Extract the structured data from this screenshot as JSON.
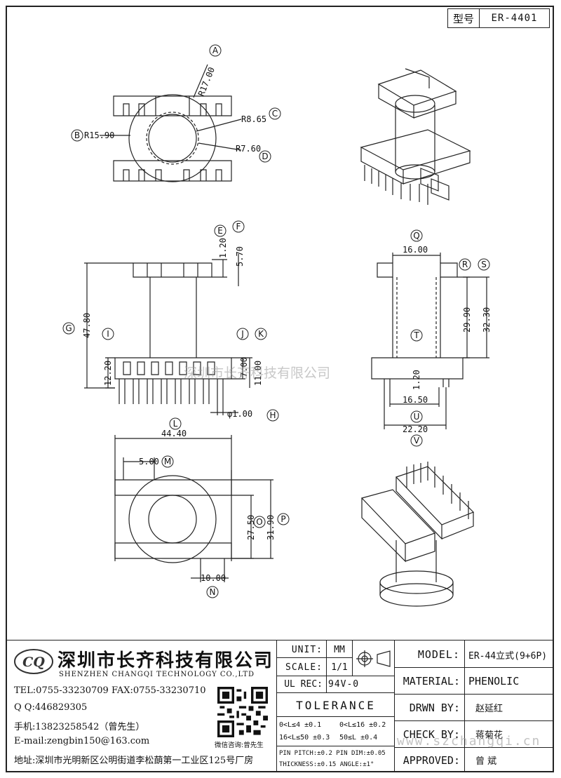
{
  "header": {
    "type_label": "型号",
    "type_value": "ER-4401"
  },
  "callouts": [
    "A",
    "B",
    "C",
    "D",
    "E",
    "F",
    "G",
    "H",
    "I",
    "J",
    "K",
    "L",
    "M",
    "N",
    "O",
    "P",
    "Q",
    "R",
    "S",
    "T",
    "U",
    "V"
  ],
  "dimensions": {
    "top_view": {
      "r_outer": "R17.00",
      "r_flange": "R15.90",
      "r_c": "R8.65",
      "r_d": "R7.60"
    },
    "front_view": {
      "pin_len": "1.20",
      "f": "5.70",
      "height": "47.80",
      "base": "12.20",
      "j": "7.00",
      "k": "11.00",
      "pin_dia": "φ1.00"
    },
    "side_view": {
      "q": "16.00",
      "inner_h": "29.90",
      "total_h": "32.30",
      "t": "1.20",
      "u": "16.50",
      "v": "22.20"
    },
    "bottom_view": {
      "length": "44.40",
      "pitch": "5.00",
      "o": "27.50",
      "p": "31.90",
      "n": "10.00"
    }
  },
  "watermark": {
    "cn": "深圳市长齐科技有限公司",
    "url": "www.szchangqi.cn"
  },
  "company": {
    "name_cn": "深圳市长齐科技有限公司",
    "name_en": "SHENZHEN CHANGQI TECHNOLOGY CO.,LTD",
    "logo_text": "CQ",
    "tel": "TEL:0755-33230709 FAX:0755-33230710",
    "qq": "Q Q:446829305",
    "phone": "手机:13823258542（曾先生）",
    "email": "E-mail:zengbin150@163.com",
    "address": "地址:深圳市光明新区公明街道李松蓢第一工业区125号厂房",
    "qr_caption": "微信咨询:曾先生"
  },
  "title_block": {
    "unit_label": "UNIT:",
    "unit_value": "MM",
    "scale_label": "SCALE:",
    "scale_value": "1/1",
    "ulrec_label": "UL REC:",
    "ulrec_value": "94V-0",
    "tolerance_title": "TOLERANCE",
    "tol_1": "0<L≤4 ±0.1",
    "tol_2": "0<L≤16 ±0.2",
    "tol_3": "16<L≤50 ±0.3",
    "tol_4": "50≤L ±0.4",
    "tol_5": "PIN PITCH:±0.2 PIN DIM:±0.05",
    "tol_6": "THICKNESS:±0.15 ANGLE:±1°",
    "model_label": "MODEL:",
    "model_value": "ER-44立式(9+6P)",
    "material_label": "MATERIAL:",
    "material_value": "PHENOLIC",
    "drawn_label": "DRWN BY:",
    "drawn_value": "赵延红",
    "check_label": "CHECK BY:",
    "check_value": "蒋菊花",
    "approved_label": "APPROVED:",
    "approved_value": "曾 斌"
  }
}
